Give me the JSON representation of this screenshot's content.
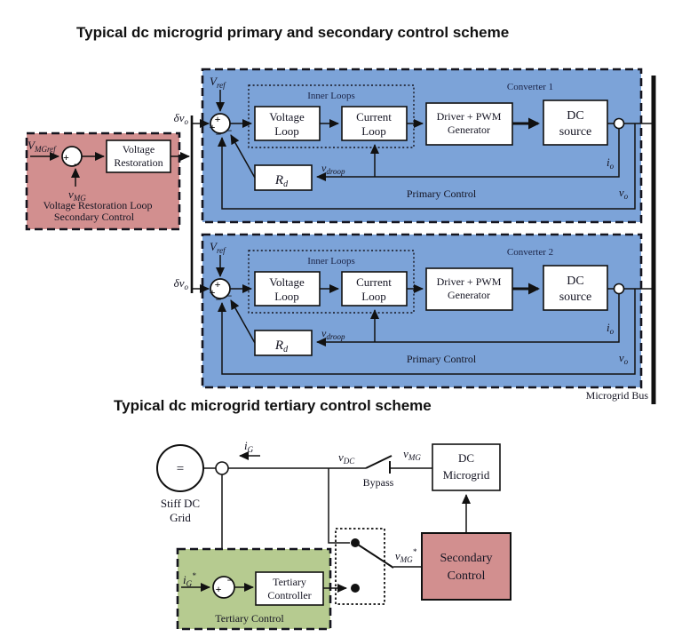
{
  "titles": {
    "primary_secondary": "Typical dc microgrid primary and secondary control scheme",
    "tertiary": "Typical dc microgrid tertiary control scheme"
  },
  "colors": {
    "converter_fill": "#7CA3D8",
    "secondary_fill": "#D28F8F",
    "tertiary_fill": "#B6CB90",
    "primary_text": "#B03060",
    "secondary_text": "#CC2B2B",
    "tertiary_text": "#CC2B2B"
  },
  "secondary_loop": {
    "v_mgref": {
      "base": "V",
      "sub": "MGref"
    },
    "v_mg": {
      "base": "v",
      "sub": "MG"
    },
    "block_line1": "Voltage",
    "block_line2": "Restoration",
    "caption": "Voltage Restoration Loop",
    "subcaption": "Secondary Control",
    "sign_plus": "+",
    "sign_minus": "−"
  },
  "converter_labels": {
    "v_ref": {
      "base": "V",
      "sub": "ref"
    },
    "delta_vo": {
      "base": "δv",
      "sub": "o"
    },
    "inner_loops": "Inner Loops",
    "voltage_loop_line1": "Voltage",
    "voltage_loop_line2": "Loop",
    "current_loop_line1": "Current",
    "current_loop_line2": "Loop",
    "driver_line1": "Driver + PWM",
    "driver_line2": "Generator",
    "dc_source_line1": "DC",
    "dc_source_line2": "source",
    "rd": {
      "base": "R",
      "sub": "d"
    },
    "v_droop": {
      "base": "v",
      "sub": "droop"
    },
    "i_o": {
      "base": "i",
      "sub": "o"
    },
    "v_o": {
      "base": "v",
      "sub": "o"
    },
    "primary_control": "Primary Control",
    "sign_plus": "+",
    "sign_minus": "−"
  },
  "converters": [
    {
      "name": "Converter 1"
    },
    {
      "name": "Converter 2"
    }
  ],
  "bus_label": "Microgrid Bus",
  "tertiary_scheme": {
    "stiff_grid_symbol": "=",
    "stiff_grid_line1": "Stiff DC",
    "stiff_grid_line2": "Grid",
    "i_g": {
      "base": "i",
      "sub": "G"
    },
    "i_g_ref": {
      "base": "i",
      "sub": "G",
      "sup": "*"
    },
    "v_dc": {
      "base": "v",
      "sub": "DC"
    },
    "v_mg": {
      "base": "v",
      "sub": "MG"
    },
    "v_mg_ref": {
      "base": "v",
      "sub": "MG",
      "sup": "*"
    },
    "bypass": "Bypass",
    "dc_microgrid_line1": "DC",
    "dc_microgrid_line2": "Microgrid",
    "secondary_line1": "Secondary",
    "secondary_line2": "Control",
    "controller_line1": "Tertiary",
    "controller_line2": "Controller",
    "caption": "Tertiary Control",
    "sign_plus": "+",
    "sign_minus": "−"
  }
}
